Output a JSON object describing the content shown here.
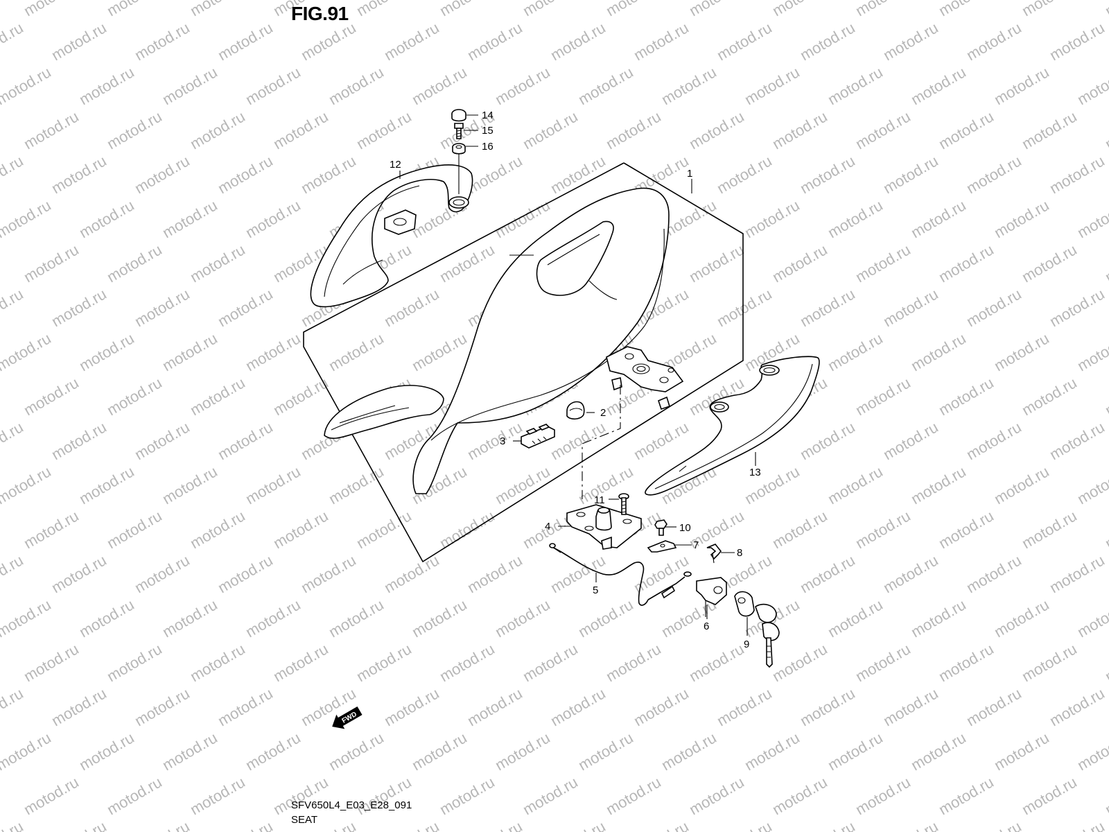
{
  "figure": {
    "title": "FIG.91",
    "code": "SFV650L4_E03_E28_091",
    "name": "SEAT"
  },
  "watermark": {
    "text": "motod.ru",
    "color": "#b7b7b7"
  },
  "direction_indicator": {
    "label": "FWD",
    "icon": "arrow-left-icon"
  },
  "parts": [
    {
      "number": "1"
    },
    {
      "number": "2"
    },
    {
      "number": "3"
    },
    {
      "number": "4"
    },
    {
      "number": "5"
    },
    {
      "number": "6"
    },
    {
      "number": "7"
    },
    {
      "number": "8"
    },
    {
      "number": "9"
    },
    {
      "number": "10"
    },
    {
      "number": "11"
    },
    {
      "number": "12"
    },
    {
      "number": "13"
    },
    {
      "number": "14"
    },
    {
      "number": "15"
    },
    {
      "number": "16"
    }
  ]
}
